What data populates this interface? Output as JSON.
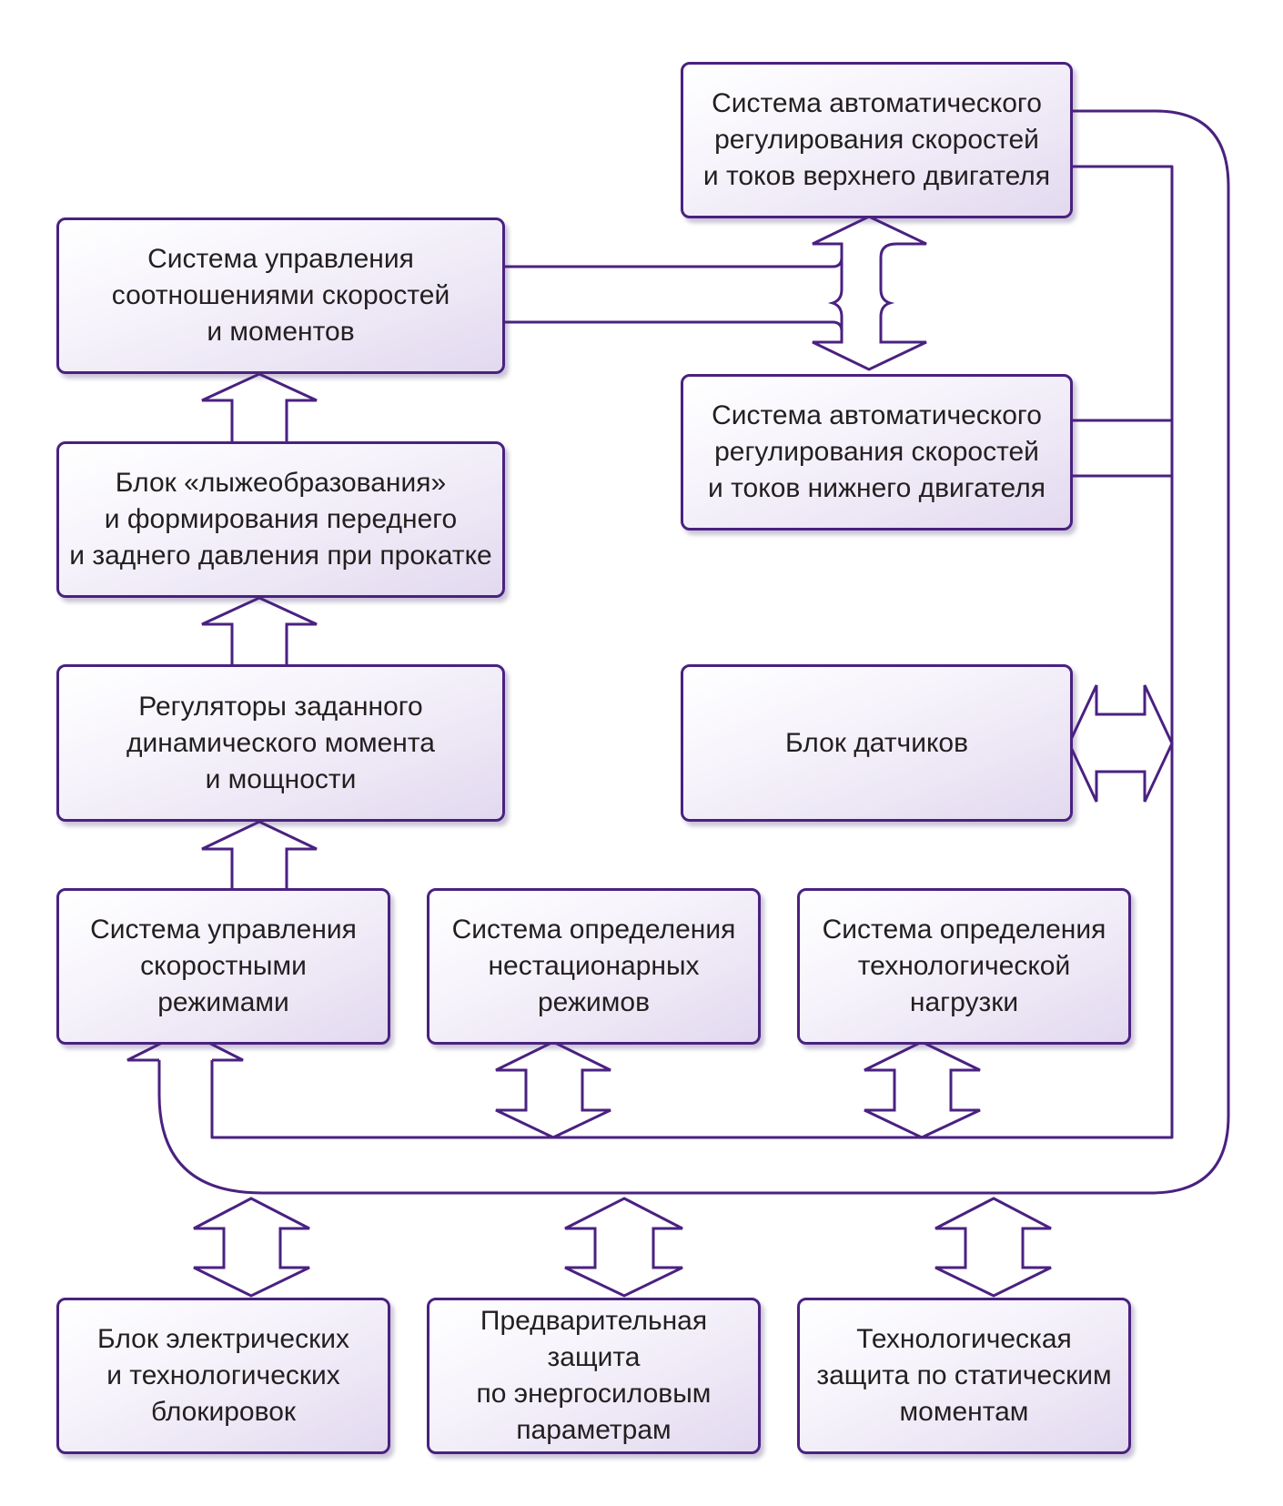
{
  "boxes": {
    "speed_ratio_control": "Система управления\nсоотношениями скоростей\nи моментов",
    "ski_formation": "Блок «лыжеобразования»\nи формирования переднего\nи заднего давления при прокатке",
    "dynamic_moment_regulators": "Регуляторы заданного\nдинамического момента\nи мощности",
    "speed_mode_control": "Система управления\nскоростными\nрежимами",
    "upper_motor_control": "Система автоматического\nрегулирования скоростей\nи токов верхнего двигателя",
    "lower_motor_control": "Система автоматического\nрегулирования скоростей\nи токов нижнего двигателя",
    "sensor_block": "Блок датчиков",
    "nonstationary_detection": "Система определения\nнестационарных\nрежимов",
    "load_detection": "Система определения\nтехнологической\nнагрузки",
    "interlock_block": "Блок электрических\nи технологических\nблокировок",
    "energy_protection": "Предварительная защита\nпо энергосиловым\nпараметрам",
    "static_moment_protection": "Технологическая\nзащита по статическим\nмоментам"
  },
  "colors": {
    "stroke": "#4a2180",
    "box_fill_light": "#ffffff",
    "box_fill_dark": "#e2d9ef",
    "text": "#231f20"
  }
}
